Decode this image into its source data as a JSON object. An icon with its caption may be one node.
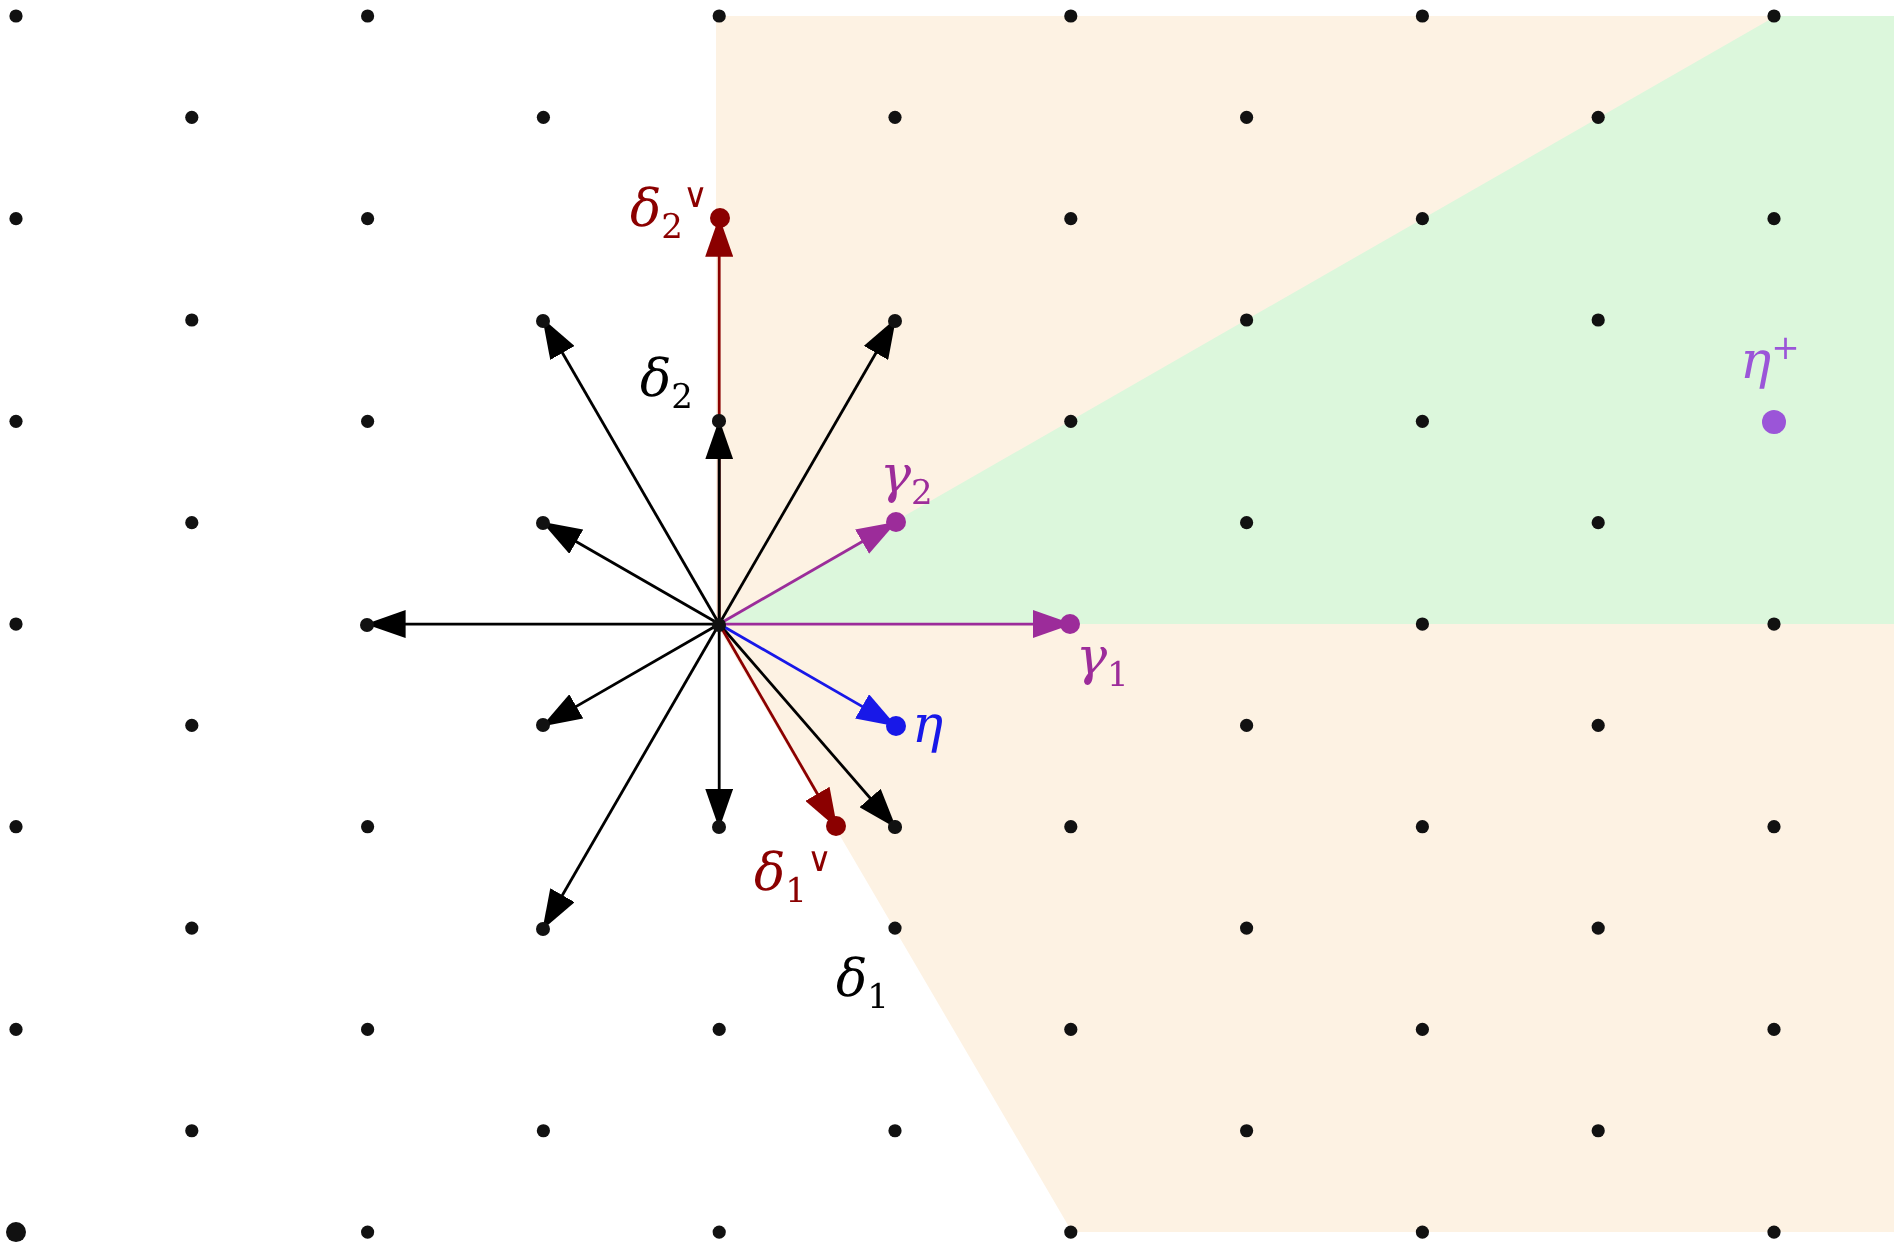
{
  "diagram": {
    "nodes": [
      {
        "text": [],
        "shape": "circle"
      },
      {
        "text": [
          "δ$_{2}$$^{∨}$"
        ]
      },
      {
        "text": [
          "δ$_{2}$"
        ]
      },
      {
        "text": [
          "γ$_{2}$"
        ]
      },
      {
        "text": [
          "γ$_{1}$"
        ]
      },
      {
        "text": [
          "η"
        ]
      },
      {
        "text": [
          "δ$_{1}$$^{∨}$"
        ]
      },
      {
        "text": [
          "δ$_{1}$"
        ]
      },
      {
        "text": [
          "η$^{+}$"
        ]
      },
      {
        "text": [],
        "shape": "circle"
      },
      {
        "text": [],
        "shape": "circle"
      },
      {
        "text": [],
        "shape": "circle"
      },
      {
        "text": [],
        "shape": "circle"
      },
      {
        "text": [],
        "shape": "circle"
      },
      {
        "text": [],
        "shape": "circle"
      },
      {
        "text": [],
        "shape": "circle"
      }
    ],
    "edges": [
      {
        "from": 0,
        "to": 9,
        "arrow": "to"
      },
      {
        "from": 0,
        "to": 10,
        "arrow": "to"
      },
      {
        "from": 0,
        "to": 11,
        "arrow": "to"
      },
      {
        "from": 0,
        "to": 12,
        "arrow": "to"
      },
      {
        "from": 0,
        "to": 13,
        "arrow": "to"
      },
      {
        "from": 0,
        "to": 14,
        "arrow": "to"
      },
      {
        "from": 0,
        "to": 15,
        "arrow": "to"
      },
      {
        "from": 0,
        "to": 7,
        "arrow": "to"
      },
      {
        "from": 0,
        "to": 1,
        "arrow": "to",
        "color": "#8b0000"
      },
      {
        "from": 0,
        "to": 2,
        "arrow": "to"
      },
      {
        "from": 0,
        "to": 6,
        "arrow": "to",
        "color": "#8b0000"
      },
      {
        "from": 0,
        "to": 3,
        "arrow": "to",
        "color": "#9c2c9a"
      },
      {
        "from": 0,
        "to": 4,
        "arrow": "to",
        "color": "#9c2c9a"
      },
      {
        "from": 0,
        "to": 5,
        "arrow": "to",
        "color": "#1818e8"
      }
    ]
  }
}
